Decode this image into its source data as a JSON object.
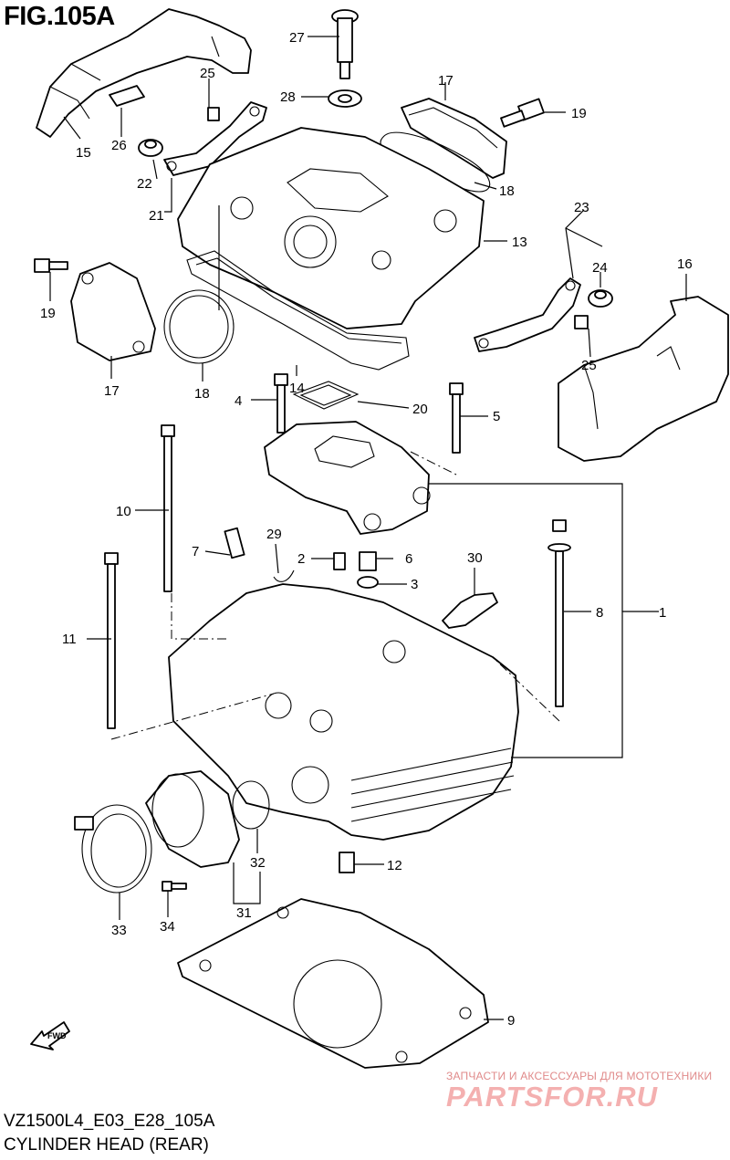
{
  "figure": {
    "title": "FIG.105A",
    "model_code": "VZ1500L4_E03_E28_105A",
    "caption": "CYLINDER HEAD (REAR)",
    "fwd_label": "FWD"
  },
  "watermark": {
    "tagline": "ЗАПЧАСТИ И АКСЕССУАРЫ ДЛЯ МОТОТЕХНИКИ",
    "logo": "PARTSFOR.RU"
  },
  "callouts": [
    "1",
    "2",
    "3",
    "4",
    "5",
    "6",
    "7",
    "8",
    "9",
    "10",
    "11",
    "12",
    "13",
    "14",
    "15",
    "16",
    "17",
    "17",
    "18",
    "18",
    "19",
    "19",
    "20",
    "21",
    "22",
    "23",
    "24",
    "25",
    "25",
    "26",
    "27",
    "28",
    "29",
    "30",
    "31",
    "32",
    "33",
    "34"
  ]
}
